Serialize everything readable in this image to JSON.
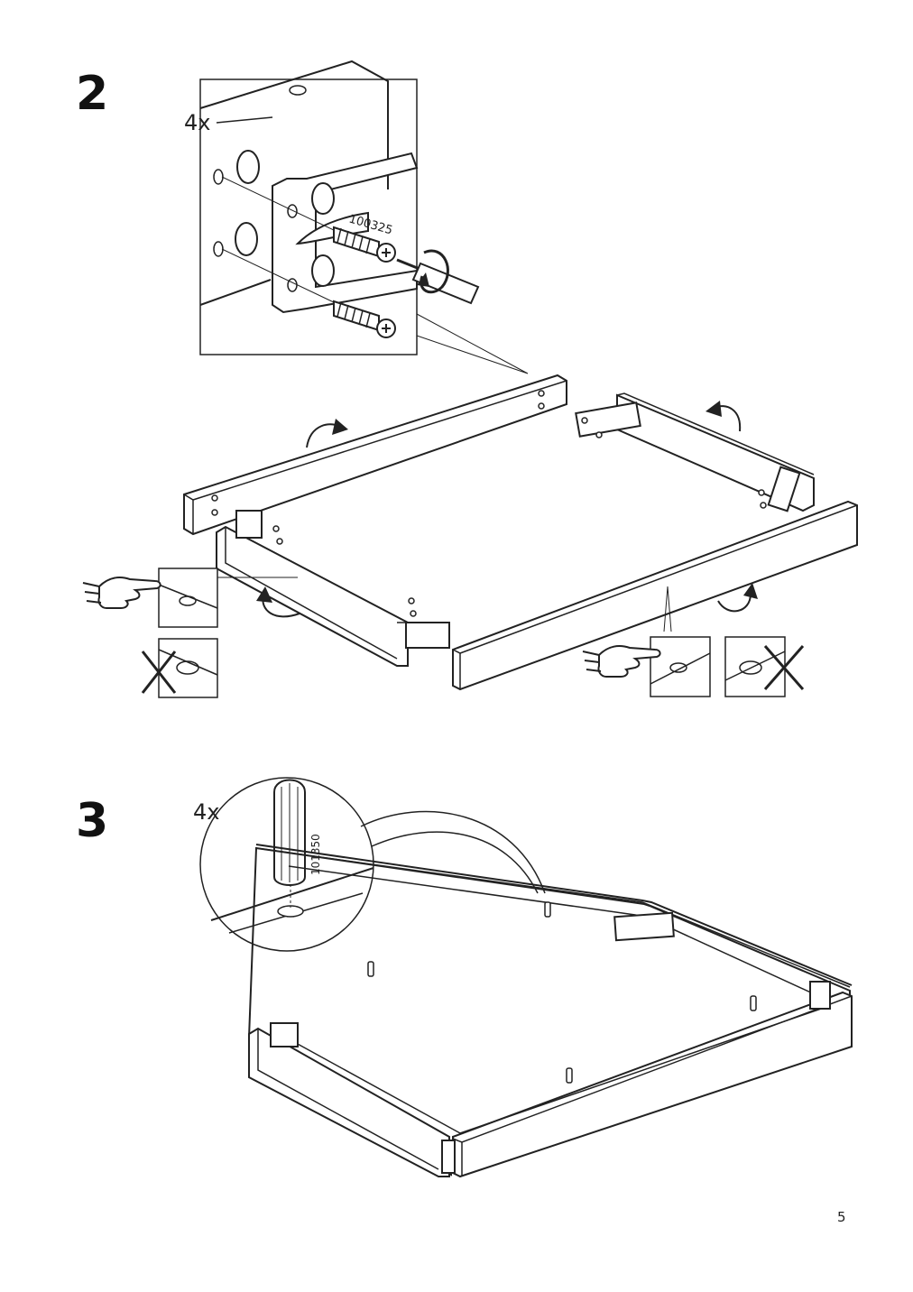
{
  "steps": [
    {
      "number": "2",
      "callout_quantity": "4x",
      "part_number": "100325"
    },
    {
      "number": "3",
      "callout_quantity": "4x",
      "part_number": "101350"
    }
  ],
  "page_number": "5"
}
